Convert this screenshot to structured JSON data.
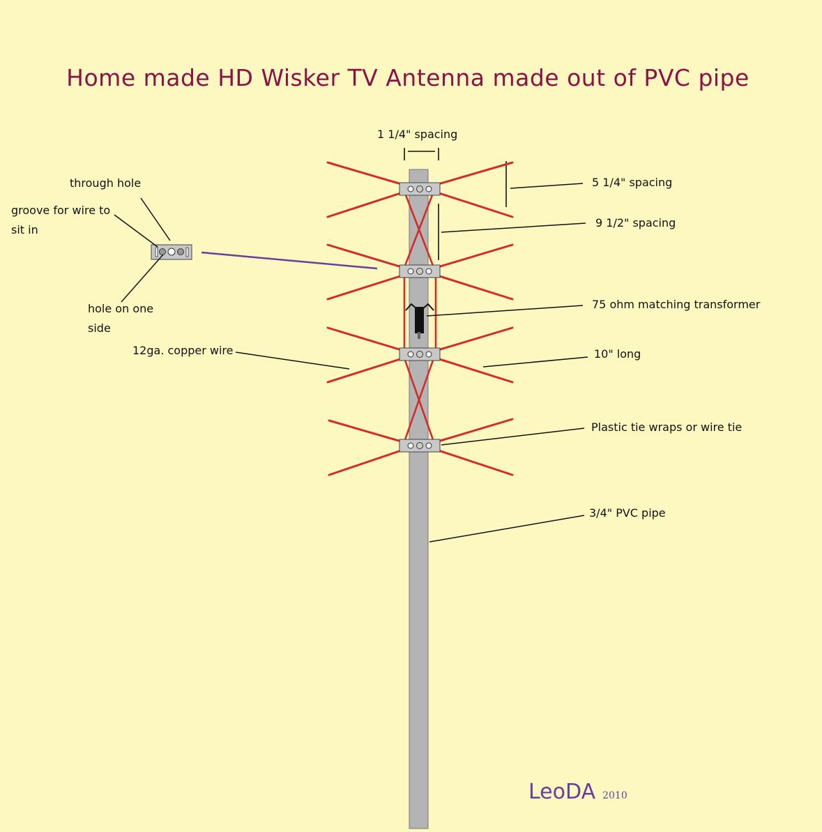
{
  "title": "Home made HD Wisker TV Antenna made out of PVC pipe",
  "labels": {
    "spacing_1_1_4": "1 1/4\" spacing",
    "spacing_5_1_4": "5 1/4\" spacing",
    "spacing_9_1_2": "9 1/2\" spacing",
    "transformer": "75 ohm matching transformer",
    "length_10": "10\" long",
    "tie_wraps": "Plastic tie wraps or wire tie",
    "pvc_pipe": "3/4\" PVC pipe",
    "copper_wire": "12ga. copper wire",
    "through_hole": "through hole",
    "groove_line1": "groove for wire to",
    "groove_line2": "sit in",
    "hole_line1": "hole on one",
    "hole_line2": "side"
  },
  "signature": {
    "name": "LeoDA",
    "year": "2010"
  },
  "colors": {
    "background": "#fdf8c0",
    "title": "#8b1246",
    "wire": "#d42a2a",
    "pipe": "#b4b4b4",
    "pointer_purple": "#6a3d9a",
    "signature": "#6a3d9a"
  }
}
